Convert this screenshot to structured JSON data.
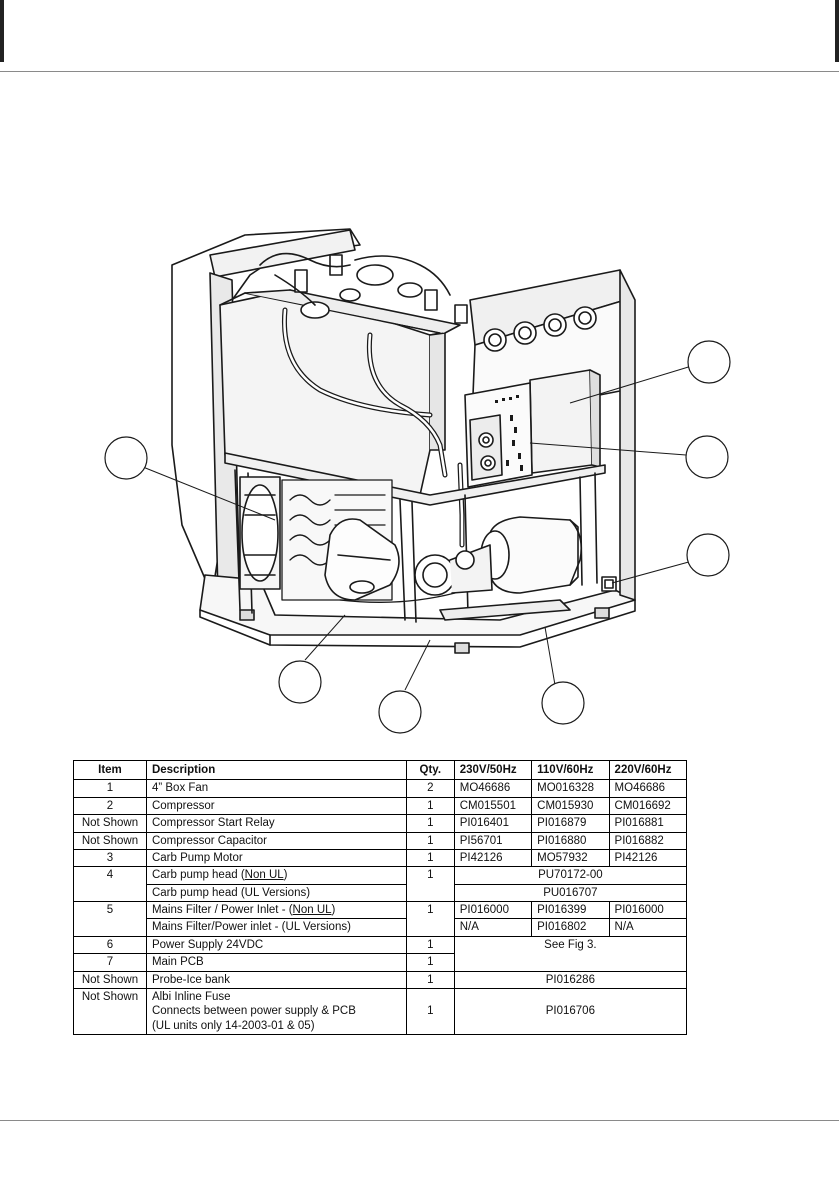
{
  "table": {
    "headers": [
      "Item",
      "Description",
      "Qty.",
      "230V/50Hz",
      "110V/60Hz",
      "220V/60Hz"
    ],
    "rows": [
      {
        "item": "1",
        "desc": "4” Box Fan",
        "qty": "2",
        "p1": "MO46686",
        "p2": "MO016328",
        "p3": "MO46686"
      },
      {
        "item": "2",
        "desc": "Compressor",
        "qty": "1",
        "p1": "CM015501",
        "p2": "CM015930",
        "p3": "CM016692"
      },
      {
        "item": "Not Shown",
        "desc": "Compressor Start Relay",
        "qty": "1",
        "p1": "PI016401",
        "p2": "PI016879",
        "p3": "PI016881"
      },
      {
        "item": "Not Shown",
        "desc": "Compressor Capacitor",
        "qty": "1",
        "p1": "PI56701",
        "p2": "PI016880",
        "p3": "PI016882"
      },
      {
        "item": "3",
        "desc": "Carb Pump Motor",
        "qty": "1",
        "p1": "PI42126",
        "p2": "MO57932",
        "p3": "PI42126"
      },
      {
        "item": "4",
        "desc_a": "Carb pump head (",
        "desc_u": "Non UL",
        "desc_b": ")",
        "qty": "1",
        "all": "PU70172-00"
      },
      {
        "desc": "Carb pump head (UL Versions)",
        "all": "PU016707"
      },
      {
        "item": "5",
        "desc_a": "Mains Filter / Power Inlet - (",
        "desc_u": "Non UL",
        "desc_b": ")",
        "qty": "1",
        "p1": "PI016000",
        "p2": "PI016399",
        "p3": "PI016000"
      },
      {
        "desc": "Mains Filter/Power inlet - (UL Versions)",
        "p1": "N/A",
        "p2": "PI016802",
        "p3": "N/A"
      },
      {
        "item": "6",
        "desc": "Power Supply 24VDC",
        "qty": "1",
        "all": "See Fig 3."
      },
      {
        "item": "7",
        "desc": "Main PCB",
        "qty": "1"
      },
      {
        "item": "Not Shown",
        "desc": "Probe-Ice bank",
        "qty": "1",
        "all": "PI016286"
      },
      {
        "item": "Not Shown",
        "desc_l1": "Albi Inline Fuse",
        "desc_l2": "Connects between power supply & PCB",
        "desc_l3": "(UL units only 14-2003-01 & 05)",
        "qty": "1",
        "all": "PI016706"
      }
    ]
  },
  "colors": {
    "line": "#1a1a1a",
    "fill": "#ffffff",
    "rule": "#8a8a8a"
  }
}
